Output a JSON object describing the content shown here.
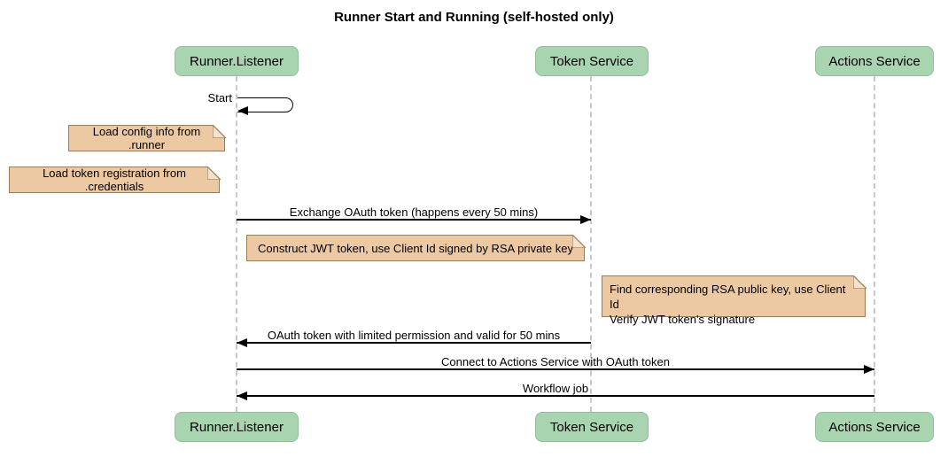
{
  "title": "Runner Start and Running (self-hosted only)",
  "participants": {
    "runner": "Runner.Listener",
    "token": "Token Service",
    "actions": "Actions Service"
  },
  "messages": {
    "start": "Start",
    "note_config": "Load config info from .runner",
    "note_credentials": "Load token registration from .credentials",
    "exchange": "Exchange OAuth token (happens every 50 mins)",
    "note_jwt": "Construct JWT token, use Client Id signed by RSA private key",
    "note_verify_line1": "Find corresponding RSA public key, use Client Id",
    "note_verify_line2": "Verify JWT token's signature",
    "oauth_return": "OAuth token with limited permission and valid for 50 mins",
    "connect": "Connect to Actions Service with OAuth token",
    "workflow": "Workflow job"
  },
  "colors": {
    "participant_fill": "#a8d5b0",
    "participant_border": "#93bd9b",
    "note_fill": "#ecc9a2",
    "note_border": "#9c7c54",
    "lifeline_color": "#c8c8c8",
    "message_color": "#000000"
  }
}
